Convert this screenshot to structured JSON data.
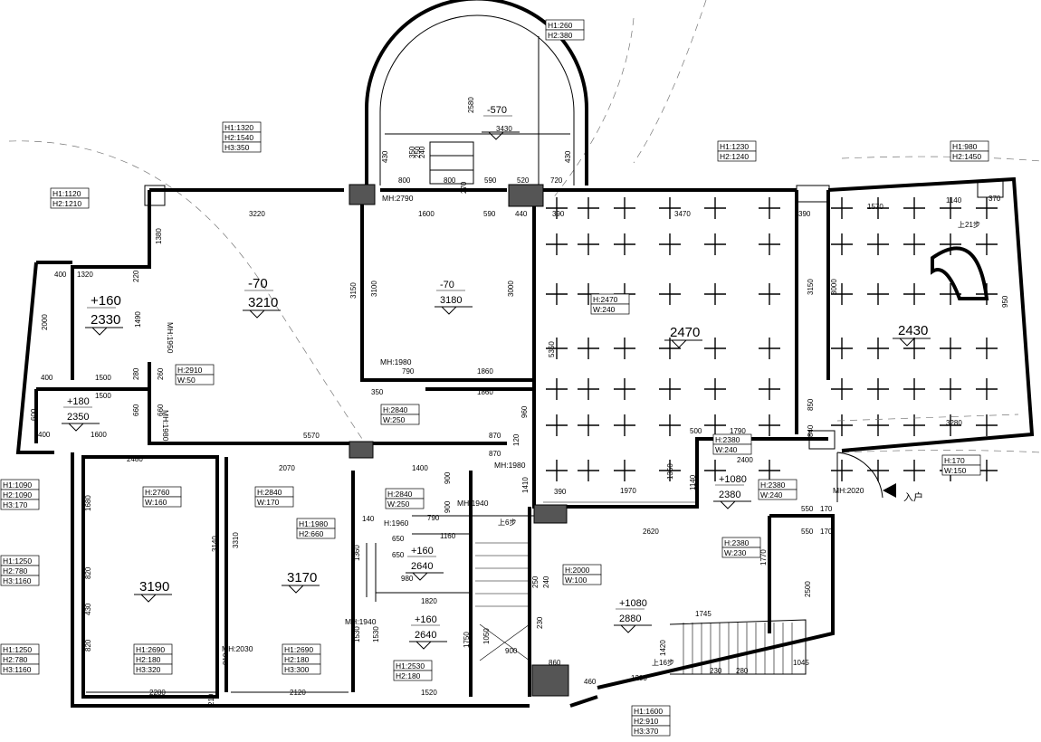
{
  "room_levels": [
    {
      "id": "r1",
      "elev": "-70",
      "code": "3210"
    },
    {
      "id": "r2",
      "elev": "-70",
      "code": "3180"
    },
    {
      "id": "r3",
      "elev": "+160",
      "code": "2330"
    },
    {
      "id": "r4",
      "elev": "+180",
      "code": "2350"
    },
    {
      "id": "r5",
      "elev": "",
      "code": "2470"
    },
    {
      "id": "r6",
      "elev": "",
      "code": "2430"
    },
    {
      "id": "r7",
      "elev": "",
      "code": "3190"
    },
    {
      "id": "r8",
      "elev": "",
      "code": "3170"
    },
    {
      "id": "r9",
      "elev": "+160",
      "code": "2640"
    },
    {
      "id": "r10",
      "elev": "+160",
      "code": "2640"
    },
    {
      "id": "r11",
      "elev": "+1080",
      "code": "2380"
    },
    {
      "id": "r12",
      "elev": "+1080",
      "code": "2880"
    },
    {
      "id": "r13",
      "elev": "-570",
      "code": ""
    }
  ],
  "window_tags": [
    [
      "H1:260",
      "H2:380"
    ],
    [
      "H1:1320",
      "H2:1540",
      "H3:350"
    ],
    [
      "H1:1230",
      "H2:1240"
    ],
    [
      "H1:980",
      "H2:1450"
    ],
    [
      "H1:1120",
      "H2:1210"
    ],
    [
      "H1:1090",
      "H2:1090",
      "H3:170"
    ],
    [
      "H1:1250",
      "H2:780",
      "H3:1160"
    ],
    [
      "H1:1250",
      "H2:780",
      "H3:1160"
    ],
    [
      "H1:1980",
      "H2:660"
    ],
    [
      "H1:2690",
      "H2:180",
      "H3:320"
    ],
    [
      "H1:2690",
      "H2:180",
      "H3:300"
    ],
    [
      "H1:2530",
      "H2:180"
    ],
    [
      "H1:1600",
      "H2:910",
      "H3:370"
    ]
  ],
  "opening_tags": [
    [
      "H:2910",
      "W:50"
    ],
    [
      "H:2840",
      "W:250"
    ],
    [
      "H:2760",
      "W:160"
    ],
    [
      "H:2840",
      "W:170"
    ],
    [
      "H:2840",
      "W:250"
    ],
    [
      "H:2470",
      "W:240"
    ],
    [
      "H:2380",
      "W:240"
    ],
    [
      "H:2380",
      "W:240"
    ],
    [
      "H:2380",
      "W:230"
    ],
    [
      "H:2000",
      "W:100"
    ],
    [
      "H:170",
      "W:150"
    ]
  ],
  "mh_tags": [
    "MH:2790",
    "MH:1950",
    "MH:1980",
    "MH:1980",
    "MH:1980",
    "MH:1940",
    "MH:1940",
    "MH:2030",
    "MH:2020",
    "H:1960"
  ],
  "stair_notes": [
    "上21步",
    "上6步",
    "上16步"
  ],
  "entry_label": "入户",
  "dimensions": [
    "3430",
    "2580",
    "430",
    "430",
    "240",
    "250",
    "350",
    "800",
    "800",
    "590",
    "520",
    "720",
    "270",
    "3220",
    "1600",
    "590",
    "440",
    "390",
    "3470",
    "390",
    "1570",
    "1140",
    "370",
    "1320",
    "400",
    "2000",
    "1490",
    "1380",
    "400",
    "1500",
    "220",
    "280",
    "260",
    "1500",
    "1600",
    "400",
    "600",
    "660",
    "660",
    "5570",
    "870",
    "870",
    "2480",
    "2070",
    "1400",
    "3150",
    "3100",
    "3000",
    "790",
    "1860",
    "350",
    "1860",
    "5350",
    "3150",
    "3000",
    "950",
    "850",
    "840",
    "500",
    "1790",
    "2400",
    "3280",
    "1350",
    "1140",
    "1970",
    "390",
    "2620",
    "1410",
    "960",
    "1680",
    "820",
    "430",
    "820",
    "3140",
    "3310",
    "2280",
    "2120",
    "1520",
    "1820",
    "1530",
    "1530",
    "1750",
    "1360",
    "1160",
    "980",
    "900",
    "900",
    "650",
    "650",
    "140",
    "790",
    "1050",
    "900",
    "1200",
    "860",
    "460",
    "1745",
    "1420",
    "1045",
    "2500",
    "1770",
    "550",
    "550",
    "170",
    "170",
    "120",
    "230",
    "280",
    "230",
    "250",
    "240",
    "210",
    "810"
  ]
}
